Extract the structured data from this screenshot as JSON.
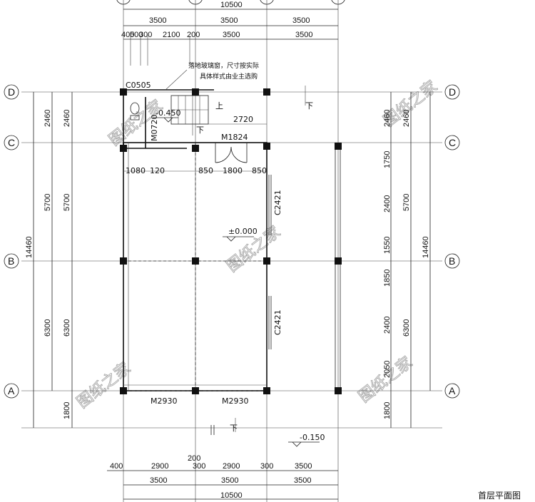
{
  "drawing": {
    "title": "首层平面图",
    "watermark": "图纸之家",
    "top_dims": {
      "total": "10500",
      "bays": [
        "3500",
        "3500",
        "3500"
      ],
      "detail": [
        "400",
        "500",
        "300",
        "2100",
        "200",
        "3500",
        "3500"
      ]
    },
    "bottom_dims": {
      "total": "10500",
      "bays": [
        "3500",
        "3500",
        "3500"
      ],
      "detail": [
        "400",
        "2900",
        "300",
        "2900",
        "300",
        "3500"
      ],
      "extra": "200"
    },
    "left_dims": {
      "total": "14460",
      "bays": [
        "2460",
        "5700",
        "6300"
      ],
      "bays_inner": [
        "2460",
        "5700",
        "6300"
      ],
      "bottom": "1800"
    },
    "right_dims": {
      "total": "14460",
      "bays": [
        "2460",
        "5700",
        "6300"
      ],
      "detail": [
        "2460",
        "1750",
        "2400",
        "1550",
        "1850",
        "2400",
        "2050"
      ],
      "bottom": "1800"
    },
    "axes": [
      "D",
      "C",
      "B",
      "A"
    ],
    "labels": {
      "window_c0505": "C0505",
      "note_line1": "落地玻璃窗，尺寸按实际",
      "note_line2": "具体样式由业主选购",
      "elev_minus_0450": "-0.450",
      "door_m0720": "M0720",
      "stair_up": "上",
      "stair_down": "下",
      "down_top": "下",
      "dim_2720": "2720",
      "door_m1824": "M1824",
      "dim_1080": "1080",
      "dim_120": "120",
      "dim_850a": "850",
      "dim_1800": "1800",
      "dim_850b": "850",
      "win_c2421_top": "C2421",
      "win_c2421_bottom": "C2421",
      "elev_zero": "±0.000",
      "door_m2930_left": "M2930",
      "door_m2930_right": "M2930",
      "down_bottom": "下",
      "elev_minus_0150": "-0.150"
    }
  }
}
